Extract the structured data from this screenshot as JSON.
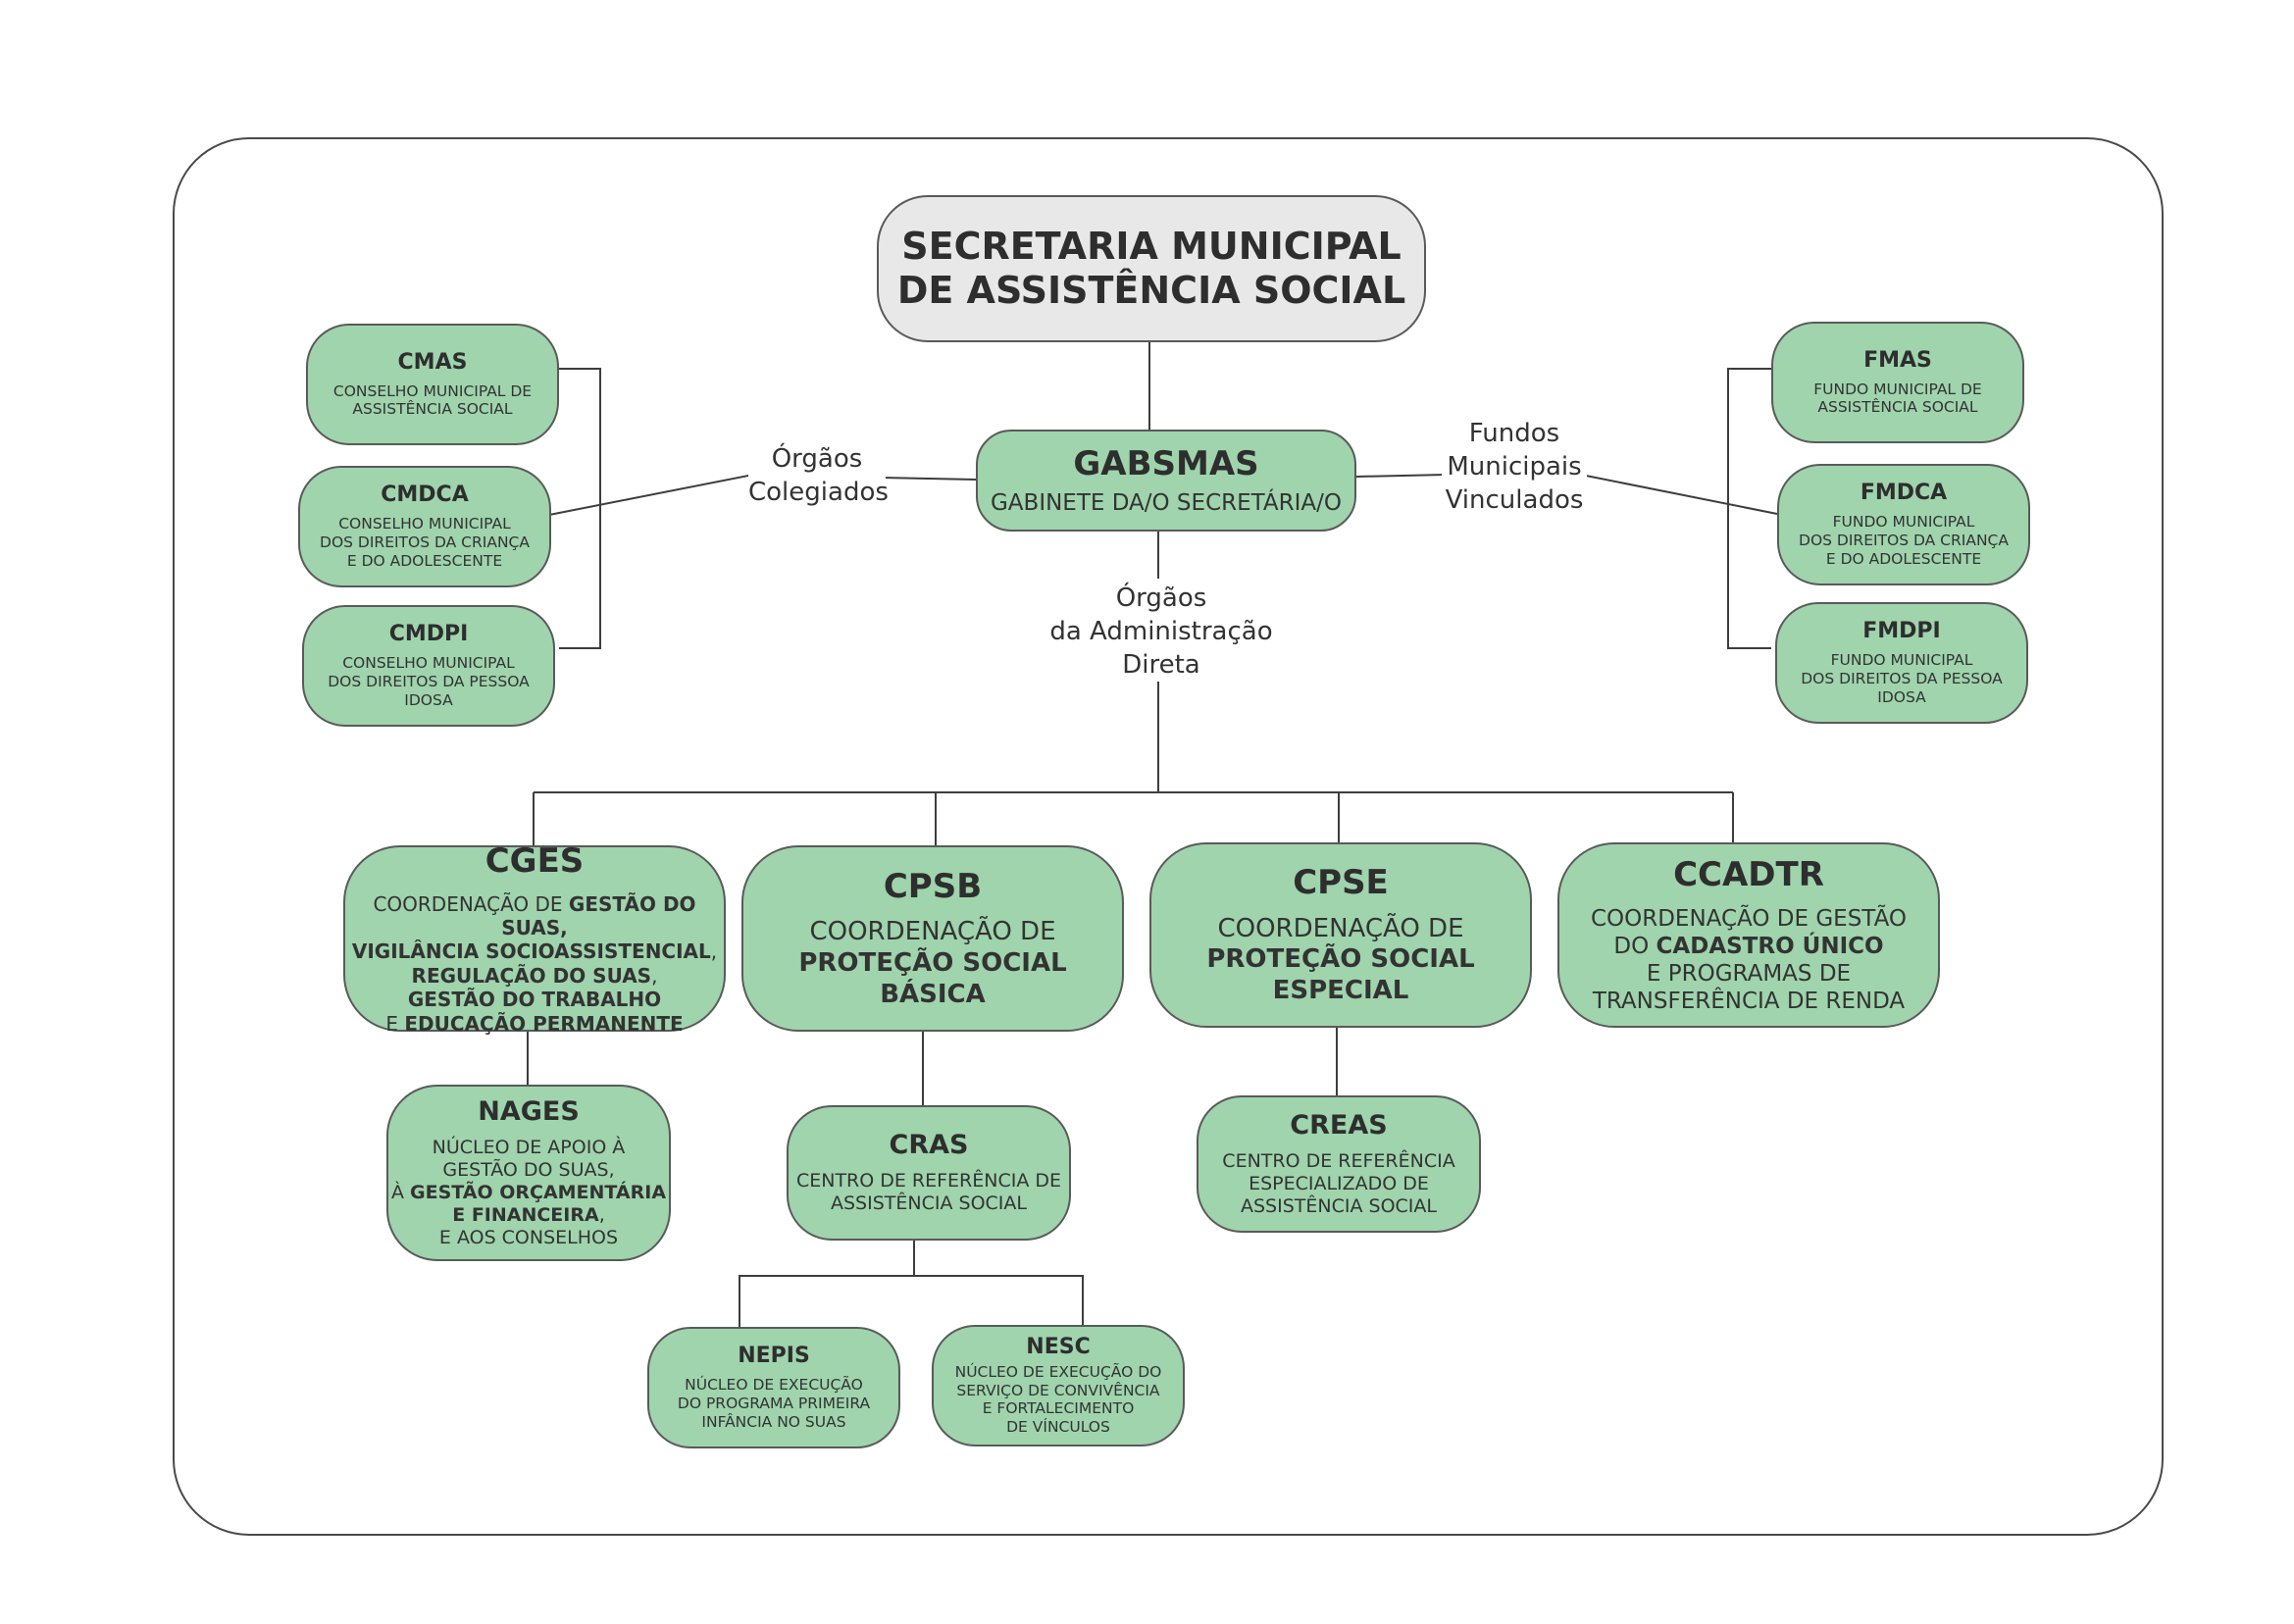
{
  "title": "SECRETARIA MUNICIPAL DE ASSISTÊNCIA SOCIAL",
  "gabinete": {
    "abbr": "GABSMAS",
    "desc": "GABINETE DA/O SECRETÁRIA/O"
  },
  "labels": {
    "orgaos_colegiados": "Órgãos\nColegiados",
    "fundos_municipais": "Fundos\nMunicipais\nVinculados",
    "administracao_direta": "Órgãos\nda Administração Direta"
  },
  "conselhos": [
    {
      "abbr": "CMAS",
      "desc": "CONSELHO MUNICIPAL DE<br>ASSISTÊNCIA SOCIAL"
    },
    {
      "abbr": "CMDCA",
      "desc": "CONSELHO MUNICIPAL<br>DOS DIREITOS DA CRIANÇA<br>E DO ADOLESCENTE"
    },
    {
      "abbr": "CMDPI",
      "desc": "CONSELHO MUNICIPAL<br>DOS DIREITOS DA PESSOA<br>IDOSA"
    }
  ],
  "fundos": [
    {
      "abbr": "FMAS",
      "desc": "FUNDO MUNICIPAL DE<br>ASSISTÊNCIA SOCIAL"
    },
    {
      "abbr": "FMDCA",
      "desc": "FUNDO MUNICIPAL<br>DOS DIREITOS DA CRIANÇA<br>E DO ADOLESCENTE"
    },
    {
      "abbr": "FMDPI",
      "desc": "FUNDO MUNICIPAL<br>DOS DIREITOS DA PESSOA<br>IDOSA"
    }
  ],
  "coordenacoes": [
    {
      "abbr": "CGES",
      "desc": "COORDENAÇÃO DE <b>GESTÃO DO SUAS,<br>VIGILÂNCIA SOCIOASSISTENCIAL</b>,<br><b>REGULAÇÃO DO SUAS</b>,<br><b>GESTÃO DO TRABALHO</b><br>E <b>EDUCAÇÃO PERMANENTE</b>"
    },
    {
      "abbr": "CPSB",
      "desc": "COORDENAÇÃO DE<br><b>PROTEÇÃO SOCIAL<br>BÁSICA</b>"
    },
    {
      "abbr": "CPSE",
      "desc": "COORDENAÇÃO DE<br><b>PROTEÇÃO SOCIAL<br>ESPECIAL</b>"
    },
    {
      "abbr": "CCADTR",
      "desc": "COORDENAÇÃO DE GESTÃO<br>DO <b>CADASTRO ÚNICO</b><br>E PROGRAMAS DE<br>TRANSFERÊNCIA DE RENDA"
    }
  ],
  "nucleos": {
    "nages": {
      "abbr": "NAGES",
      "desc": "NÚCLEO DE APOIO À<br>GESTÃO DO SUAS,<br>À <b>GESTÃO ORÇAMENTÁRIA<br>E FINANCEIRA</b>,<br>E AOS CONSELHOS"
    },
    "cras": {
      "abbr": "CRAS",
      "desc": "CENTRO DE REFERÊNCIA DE<br>ASSISTÊNCIA SOCIAL"
    },
    "creas": {
      "abbr": "CREAS",
      "desc": "CENTRO DE REFERÊNCIA<br>ESPECIALIZADO DE<br>ASSISTÊNCIA SOCIAL"
    },
    "nepis": {
      "abbr": "NEPIS",
      "desc": "NÚCLEO DE EXECUÇÃO<br>DO PROGRAMA PRIMEIRA<br>INFÂNCIA NO SUAS"
    },
    "nesc": {
      "abbr": "NESC",
      "desc": "NÚCLEO DE EXECUÇÃO DO<br>SERVIÇO DE CONVIVÊNCIA<br>E FORTALECIMENTO<br>DE VÍNCULOS"
    }
  }
}
